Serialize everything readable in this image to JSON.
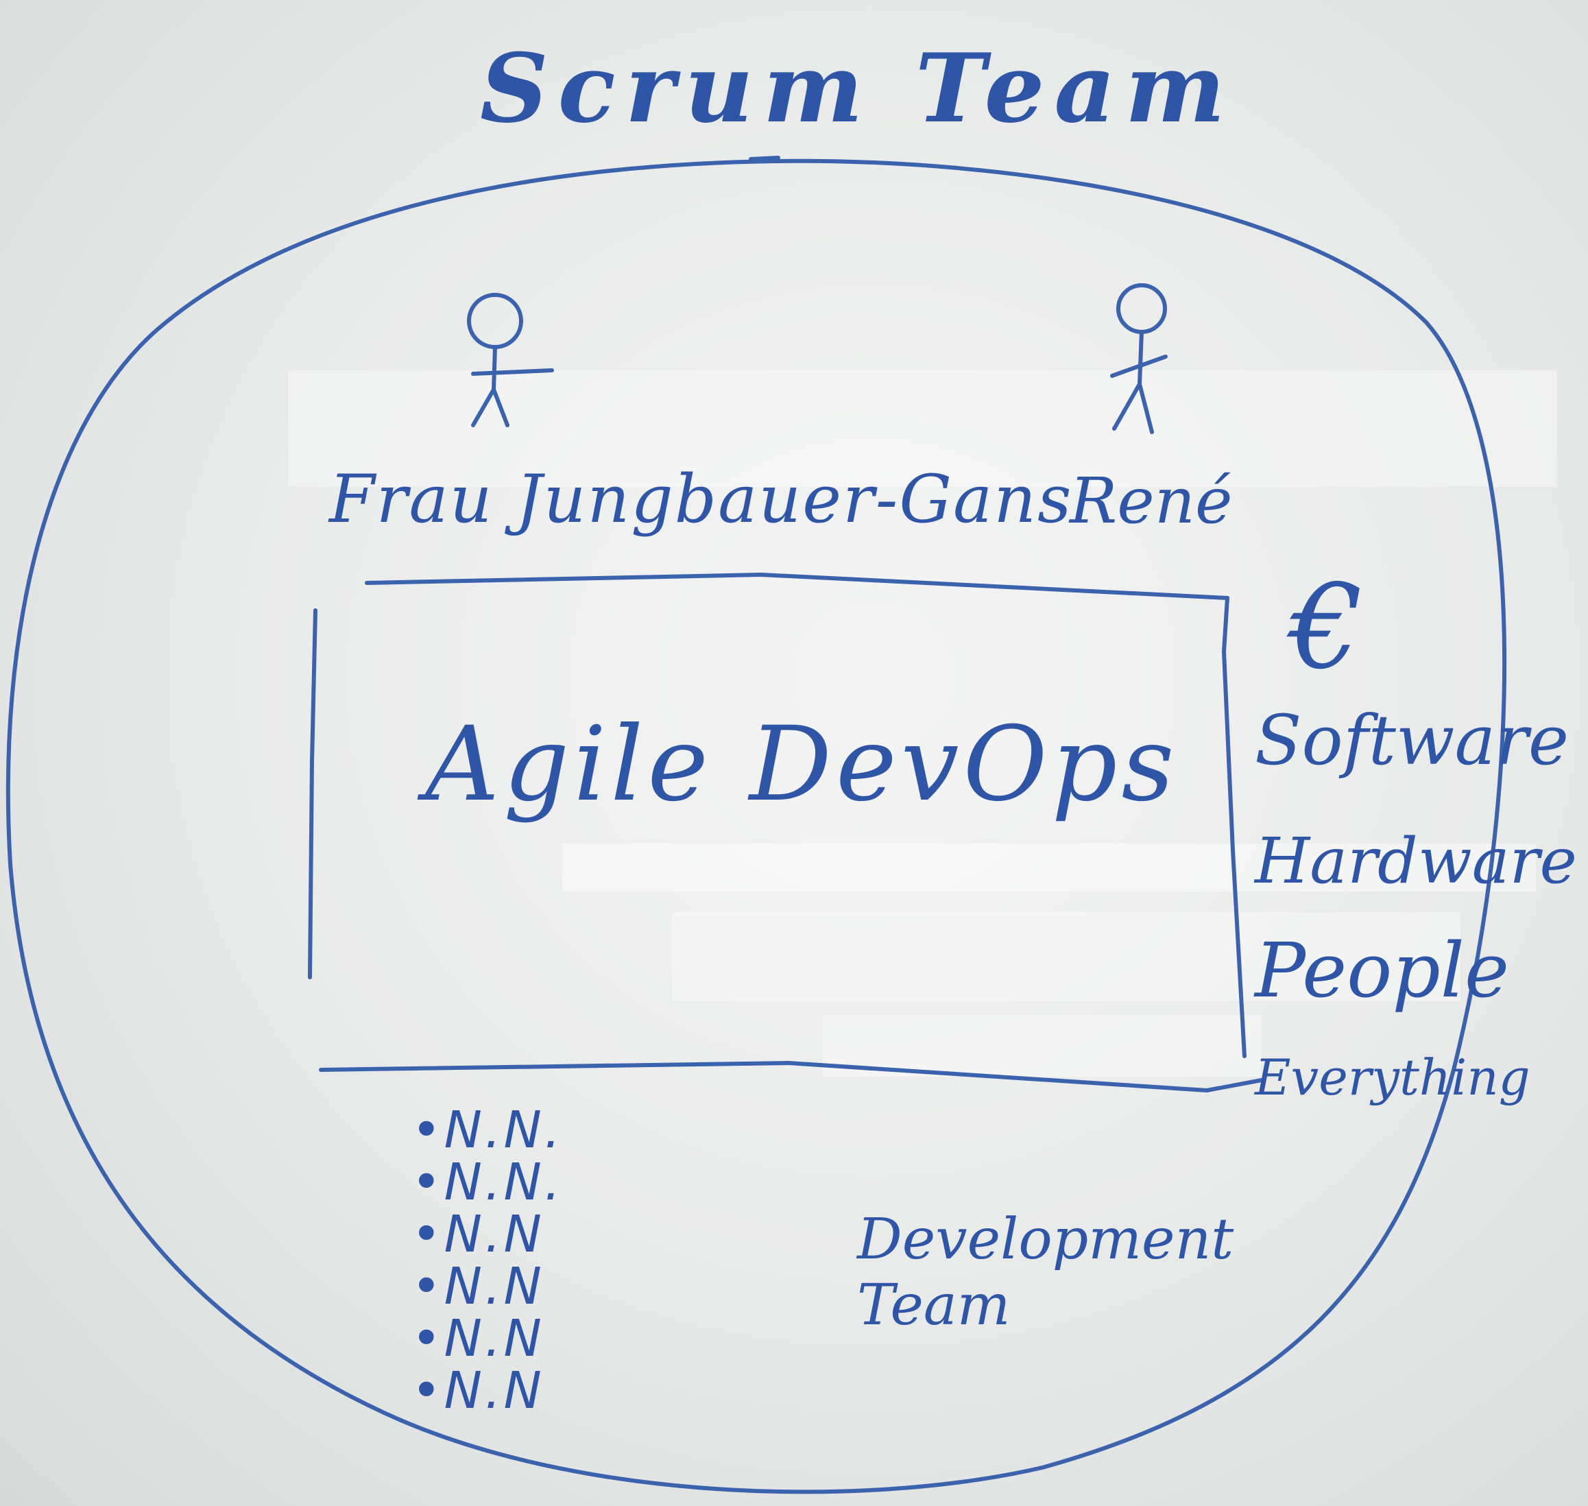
{
  "whiteboard": {
    "title": "Scrum Team",
    "roles": {
      "product_owner": "Frau Jungbauer-Gans",
      "scrum_master": "René"
    },
    "center_box_label": "Agile DevOps",
    "currency_symbol": "€",
    "resources": [
      "Software",
      "Hardware",
      "People",
      "Everything"
    ],
    "team_members": [
      "N.N.",
      "N.N.",
      "N.N",
      "N.N",
      "N.N",
      "N.N"
    ],
    "development_team": {
      "line1": "Development",
      "line2": "Team"
    },
    "ink_color": "#3a62ad"
  }
}
